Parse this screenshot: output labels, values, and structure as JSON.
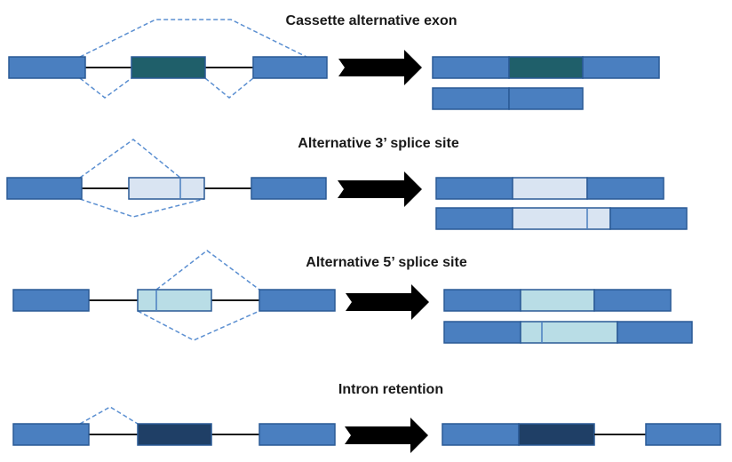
{
  "colors": {
    "exon_blue": "#4a7fc0",
    "exon_border": "#2a5a96",
    "cassette_teal": "#1f5f6a",
    "alt3_pale": "#d9e4f2",
    "alt5_cyan": "#b9dde6",
    "intron_navy": "#1f3f66",
    "dashed_line": "#5b8fd1",
    "intron_line": "#1a1a1a",
    "arrow": "#000000"
  },
  "panels": [
    {
      "id": "cassette",
      "title": "Cassette alternative exon",
      "variable_segment_icon": "teal-exon"
    },
    {
      "id": "alt3",
      "title": "Alternative 3’ splice site",
      "variable_segment_icon": "pale-blue-exon"
    },
    {
      "id": "alt5",
      "title": "Alternative 5’ splice site",
      "variable_segment_icon": "cyan-exon"
    },
    {
      "id": "intron",
      "title": "Intron retention",
      "variable_segment_icon": "navy-intron"
    }
  ]
}
